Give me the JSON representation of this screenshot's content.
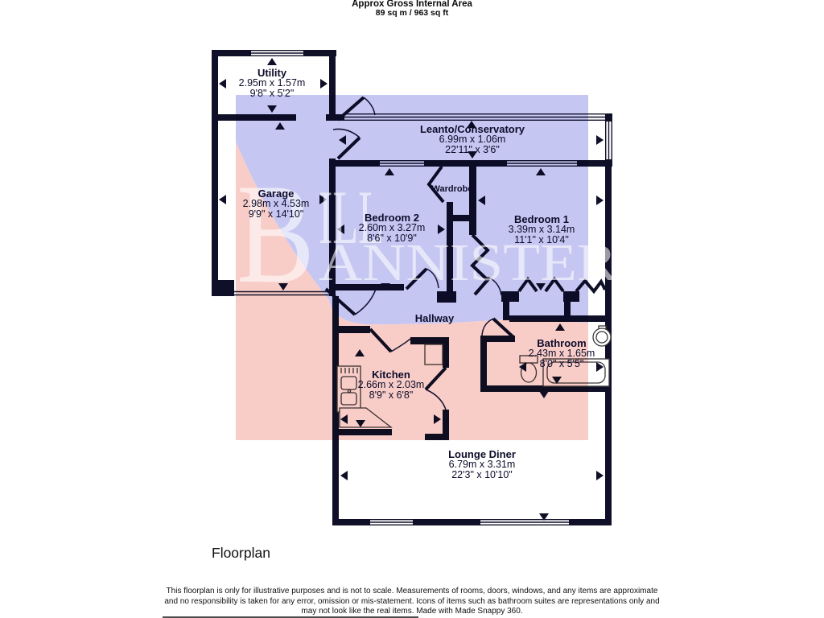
{
  "header": {
    "line1": "Approx Gross Internal Area",
    "line2": "89 sq m / 963 sq ft"
  },
  "watermark": {
    "initial": "B",
    "top_word": "ILL",
    "bottom_word": "ANNISTER"
  },
  "rooms": [
    {
      "name": "Utility",
      "metric": "2.95m x 1.57m",
      "imperial": "9'8\" x 5'2\""
    },
    {
      "name": "Garage",
      "metric": "2.98m x 4.53m",
      "imperial": "9'9\" x 14'10\""
    },
    {
      "name": "Leanto/Conservatory",
      "metric": "6.99m x 1.06m",
      "imperial": "22'11\" x 3'6\""
    },
    {
      "name": "Bedroom 2",
      "metric": "2.60m x 3.27m",
      "imperial": "8'6\" x 10'9\""
    },
    {
      "name": "Bedroom 1",
      "metric": "3.39m x 3.14m",
      "imperial": "11'1\" x 10'4\""
    },
    {
      "name": "Bathroom",
      "metric": "2.43m x 1.65m",
      "imperial": "8'0\" x 5'5\""
    },
    {
      "name": "Kitchen",
      "metric": "2.66m x 2.03m",
      "imperial": "8'9\" x 6'8\""
    },
    {
      "name": "Lounge Diner",
      "metric": "6.79m x 3.31m",
      "imperial": "22'3\" x 10'10\""
    }
  ],
  "labels": {
    "wardrobe": "Wardrobe",
    "hallway": "Hallway"
  },
  "footer": {
    "caption": "Floorplan",
    "disclaimer1": "This floorplan is only for illustrative purposes and is not to scale. Measurements of rooms, doors, windows, and any items are approximate",
    "disclaimer2": "and no responsibility is taken for any error, omission or mis-statement. Icons of items such as bathroom suites are representations only and",
    "disclaimer3": "may not look like the real items. Made with Made Snappy 360."
  },
  "colors": {
    "shade_blue": "#c6c6f2",
    "shade_pink": "#f8cdc8",
    "wall": "#0f0f28"
  }
}
